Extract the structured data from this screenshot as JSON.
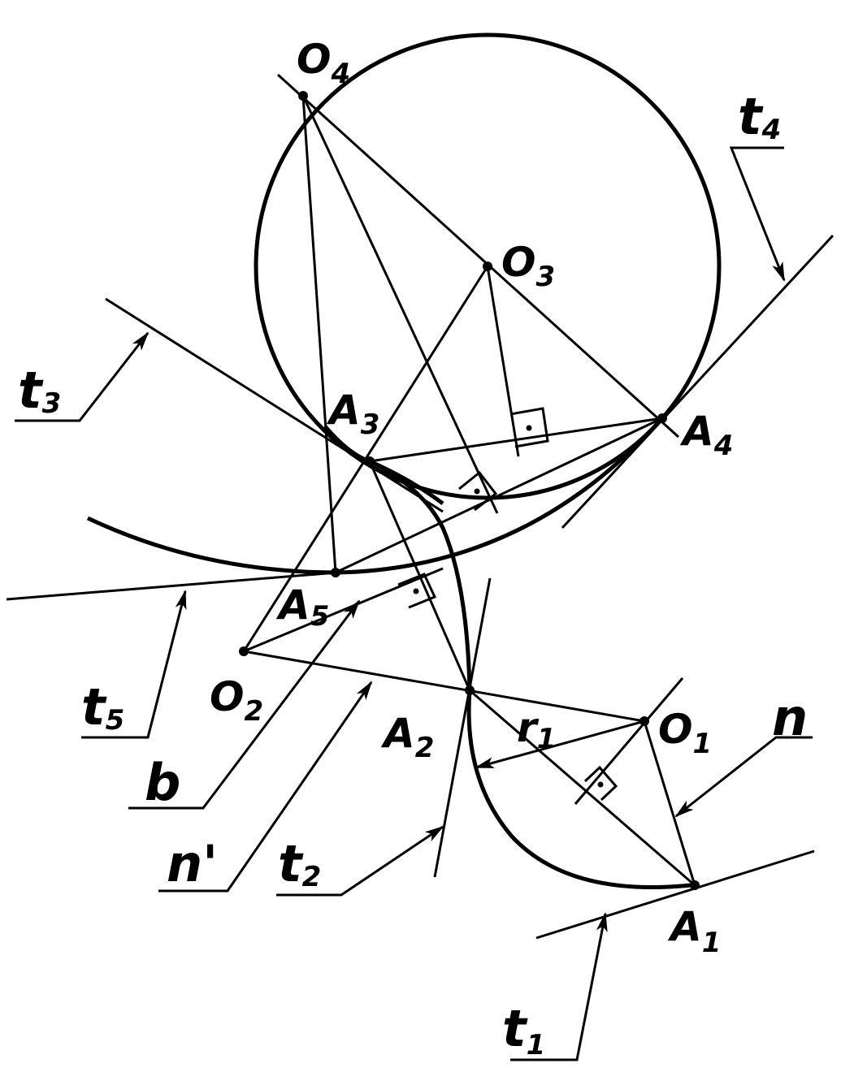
{
  "diagram": {
    "points": {
      "O1": {
        "main": "O",
        "sub": "1"
      },
      "O2": {
        "main": "O",
        "sub": "2"
      },
      "O3": {
        "main": "O",
        "sub": "3"
      },
      "O4": {
        "main": "O",
        "sub": "4"
      },
      "A1": {
        "main": "A",
        "sub": "1"
      },
      "A2": {
        "main": "A",
        "sub": "2"
      },
      "A3": {
        "main": "A",
        "sub": "3"
      },
      "A4": {
        "main": "A",
        "sub": "4"
      },
      "A5": {
        "main": "A",
        "sub": "5"
      }
    },
    "lines": {
      "t1": {
        "main": "t",
        "sub": "1"
      },
      "t2": {
        "main": "t",
        "sub": "2"
      },
      "t3": {
        "main": "t",
        "sub": "3"
      },
      "t4": {
        "main": "t",
        "sub": "4"
      },
      "t5": {
        "main": "t",
        "sub": "5"
      },
      "n": "n",
      "n_prime": "n'",
      "b": "b",
      "r1": {
        "main": "r",
        "sub": "1"
      }
    },
    "colors": {
      "ink": "#000000",
      "background": "#ffffff"
    }
  }
}
